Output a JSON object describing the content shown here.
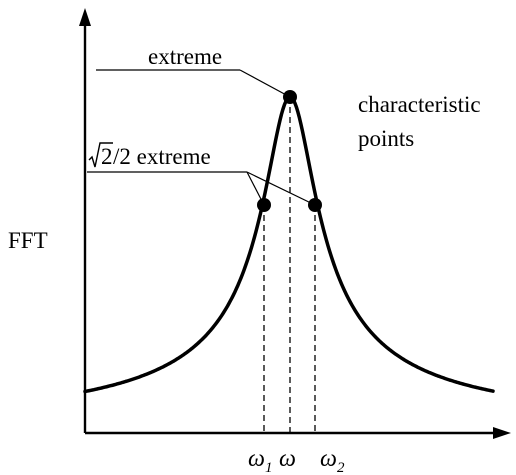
{
  "annotations": {
    "extreme": "extreme",
    "sqrt_radicand": "2",
    "half_power_rest": "/2 extreme",
    "characteristic_line1": "characteristic",
    "characteristic_line2": "points"
  },
  "axes": {
    "ylabel": "FFT"
  },
  "frequencies": {
    "omega": "ω",
    "omega1_sub": "1",
    "omega2_sub": "2"
  },
  "colors": {
    "ink": "#000000",
    "background": "#ffffff"
  }
}
